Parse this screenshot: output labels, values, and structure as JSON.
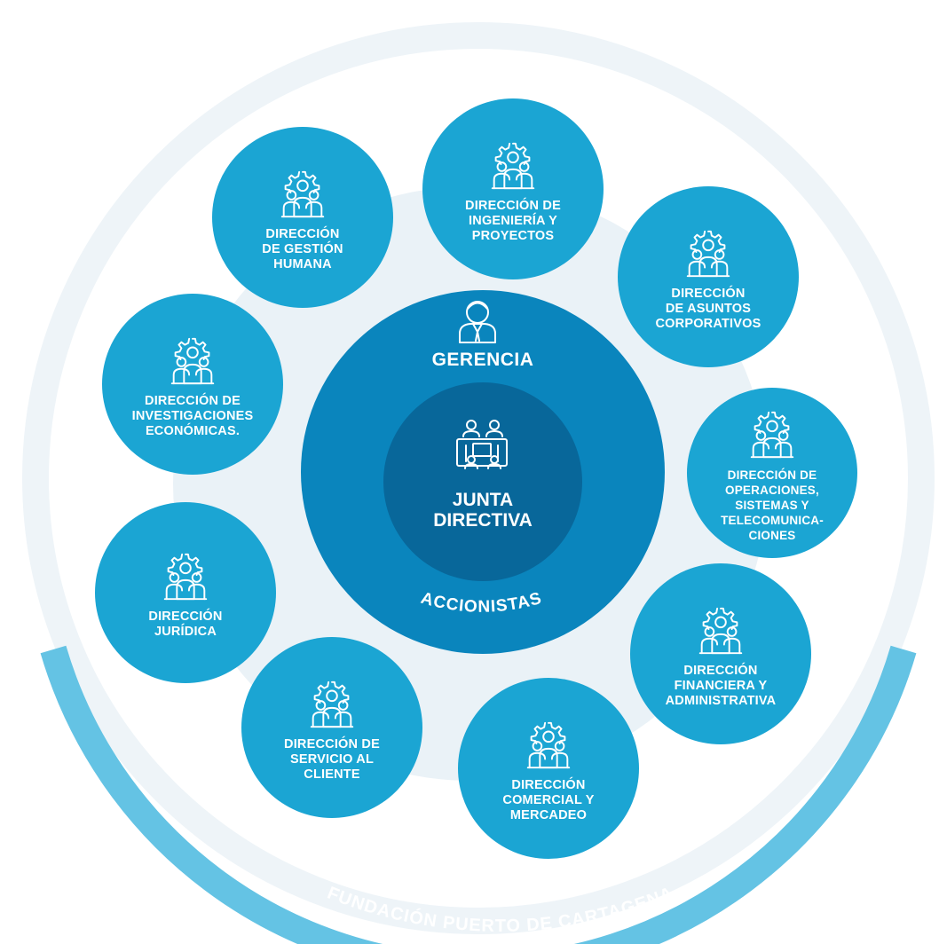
{
  "colors": {
    "outer_ring_light": "#eef4f8",
    "outer_ring_bottom": "#64c3e4",
    "inner_disc": "#eaf2f7",
    "node": "#1ba5d3",
    "accionistas": "#0a85bd",
    "junta": "#08679a",
    "text": "#ffffff"
  },
  "ring": {
    "label": "FUNDACIÓN PUERTO DE  CARTAGENA"
  },
  "core": {
    "gerencia": "GERENCIA",
    "junta": "JUNTA\nDIRECTIVA",
    "accionistas": "ACCIONISTAS"
  },
  "nodes": [
    {
      "id": "ingenieria",
      "label": "DIRECCIÓN DE\nINGENIERÍA Y\nPROYECTOS",
      "icon": "team-gear-icon"
    },
    {
      "id": "asuntos",
      "label": "DIRECCIÓN\nDE ASUNTOS\nCORPORATIVOS",
      "icon": "team-gear-icon"
    },
    {
      "id": "operaciones",
      "label": "DIRECCIÓN DE\nOPERACIONES,\nSISTEMAS Y\nTELECOMUNICA-\nCIONES",
      "icon": "team-gear-icon"
    },
    {
      "id": "financiera",
      "label": "DIRECCIÓN\nFINANCIERA Y\nADMINISTRATIVA",
      "icon": "team-gear-icon"
    },
    {
      "id": "comercial",
      "label": "DIRECCIÓN\nCOMERCIAL Y\nMERCADEO",
      "icon": "team-gear-icon"
    },
    {
      "id": "servicio",
      "label": "DIRECCIÓN DE\nSERVICIO AL\nCLIENTE",
      "icon": "team-gear-icon"
    },
    {
      "id": "juridica",
      "label": "DIRECCIÓN\nJURÍDICA",
      "icon": "team-gear-icon"
    },
    {
      "id": "investigaciones",
      "label": "DIRECCIÓN DE\nINVESTIGACIONES\nECONÓMICAS.",
      "icon": "team-gear-icon"
    },
    {
      "id": "gestion",
      "label": "DIRECCIÓN\nDE GESTIÓN\nHUMANA",
      "icon": "team-gear-icon"
    }
  ]
}
